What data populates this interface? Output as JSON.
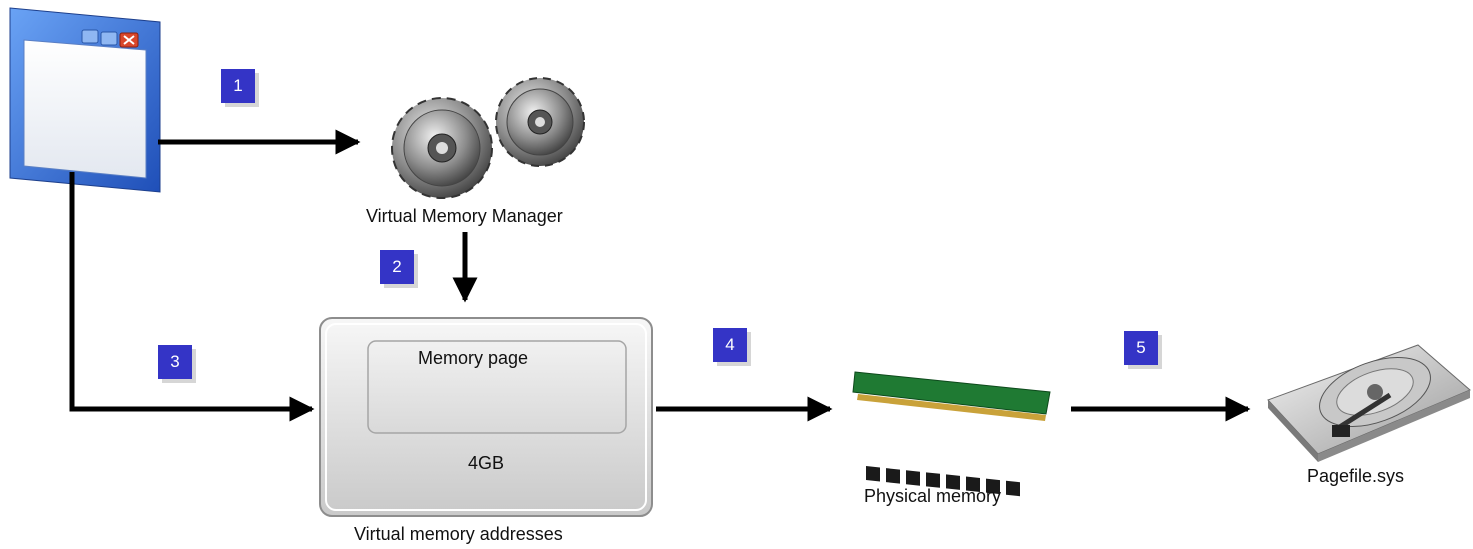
{
  "labels": {
    "vmm": "Virtual Memory Manager",
    "memory_page": "Memory page",
    "capacity": "4GB",
    "vm_addresses": "Virtual memory addresses",
    "physical": "Physical memory",
    "pagefile": "Pagefile.sys"
  },
  "steps": [
    "1",
    "2",
    "3",
    "4",
    "5"
  ],
  "icons": {
    "application": "application-window-icon",
    "vmm": "gears-icon",
    "physical": "ram-module-icon",
    "pagefile": "hard-disk-icon"
  },
  "colors": {
    "step_badge": "#3434c6",
    "window_frame": "#3a6fd8",
    "arrow": "#000000"
  }
}
